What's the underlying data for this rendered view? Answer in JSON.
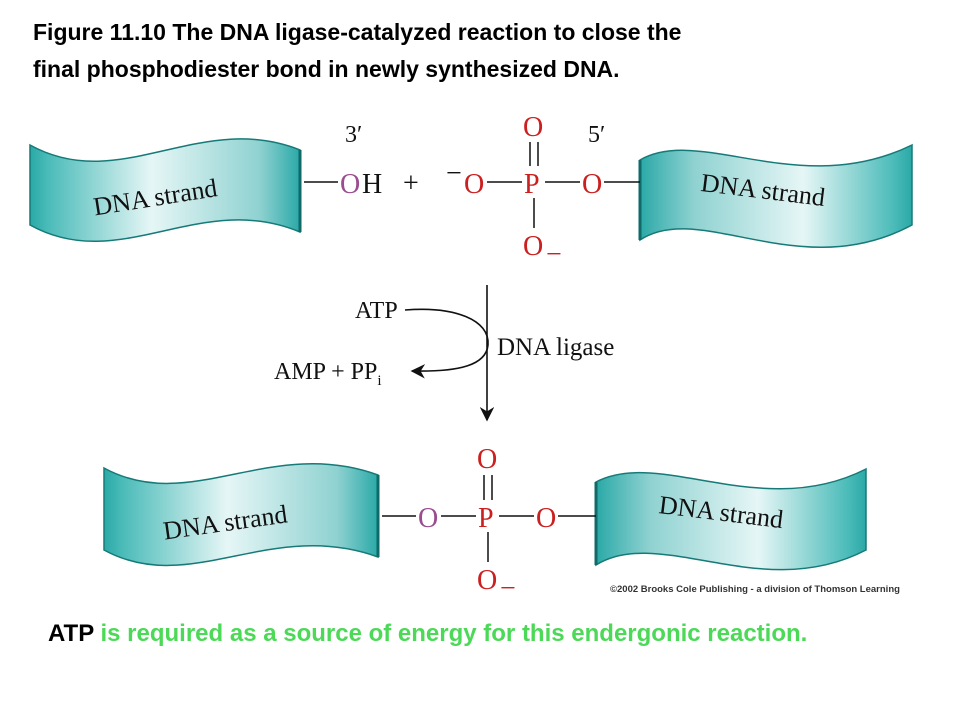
{
  "title": {
    "line1": "Figure 11.10 The DNA ligase-catalyzed reaction to close the",
    "line2": "final phosphodiester bond in newly synthesized DNA."
  },
  "colors": {
    "ribbon_light": "#e6f6f6",
    "ribbon_dark": "#2aa9a7",
    "ribbon_edge": "#167a78",
    "bridging_oxygen": "#9a4d8f",
    "phosphate_red": "#cc1f1f",
    "caption_green": "#4cd957"
  },
  "top_row": {
    "left_strand_label": "DNA strand",
    "right_strand_label": "DNA strand",
    "three_prime": "3′",
    "five_prime": "5′",
    "oh_o": "O",
    "oh_h": "H",
    "plus": "+",
    "neg_sign": "−",
    "o_left": "O",
    "p": "P",
    "o_right": "O",
    "o_top": "O",
    "o_bottom": "O",
    "o_bottom_charge": "−"
  },
  "middle": {
    "atp": "ATP",
    "enzyme": "DNA ligase",
    "amp": "AMP + PP",
    "pp_subscript": "i"
  },
  "bottom_row": {
    "left_strand_label": "DNA strand",
    "right_strand_label": "DNA strand",
    "o_left": "O",
    "p": "P",
    "o_right": "O",
    "o_top": "O",
    "o_bottom": "O",
    "o_bottom_charge": "−"
  },
  "copyright": "©2002 Brooks Cole Publishing - a division of Thomson Learning",
  "caption": {
    "atp": "ATP",
    "rest": " is required as a source of energy for this endergonic reaction."
  }
}
